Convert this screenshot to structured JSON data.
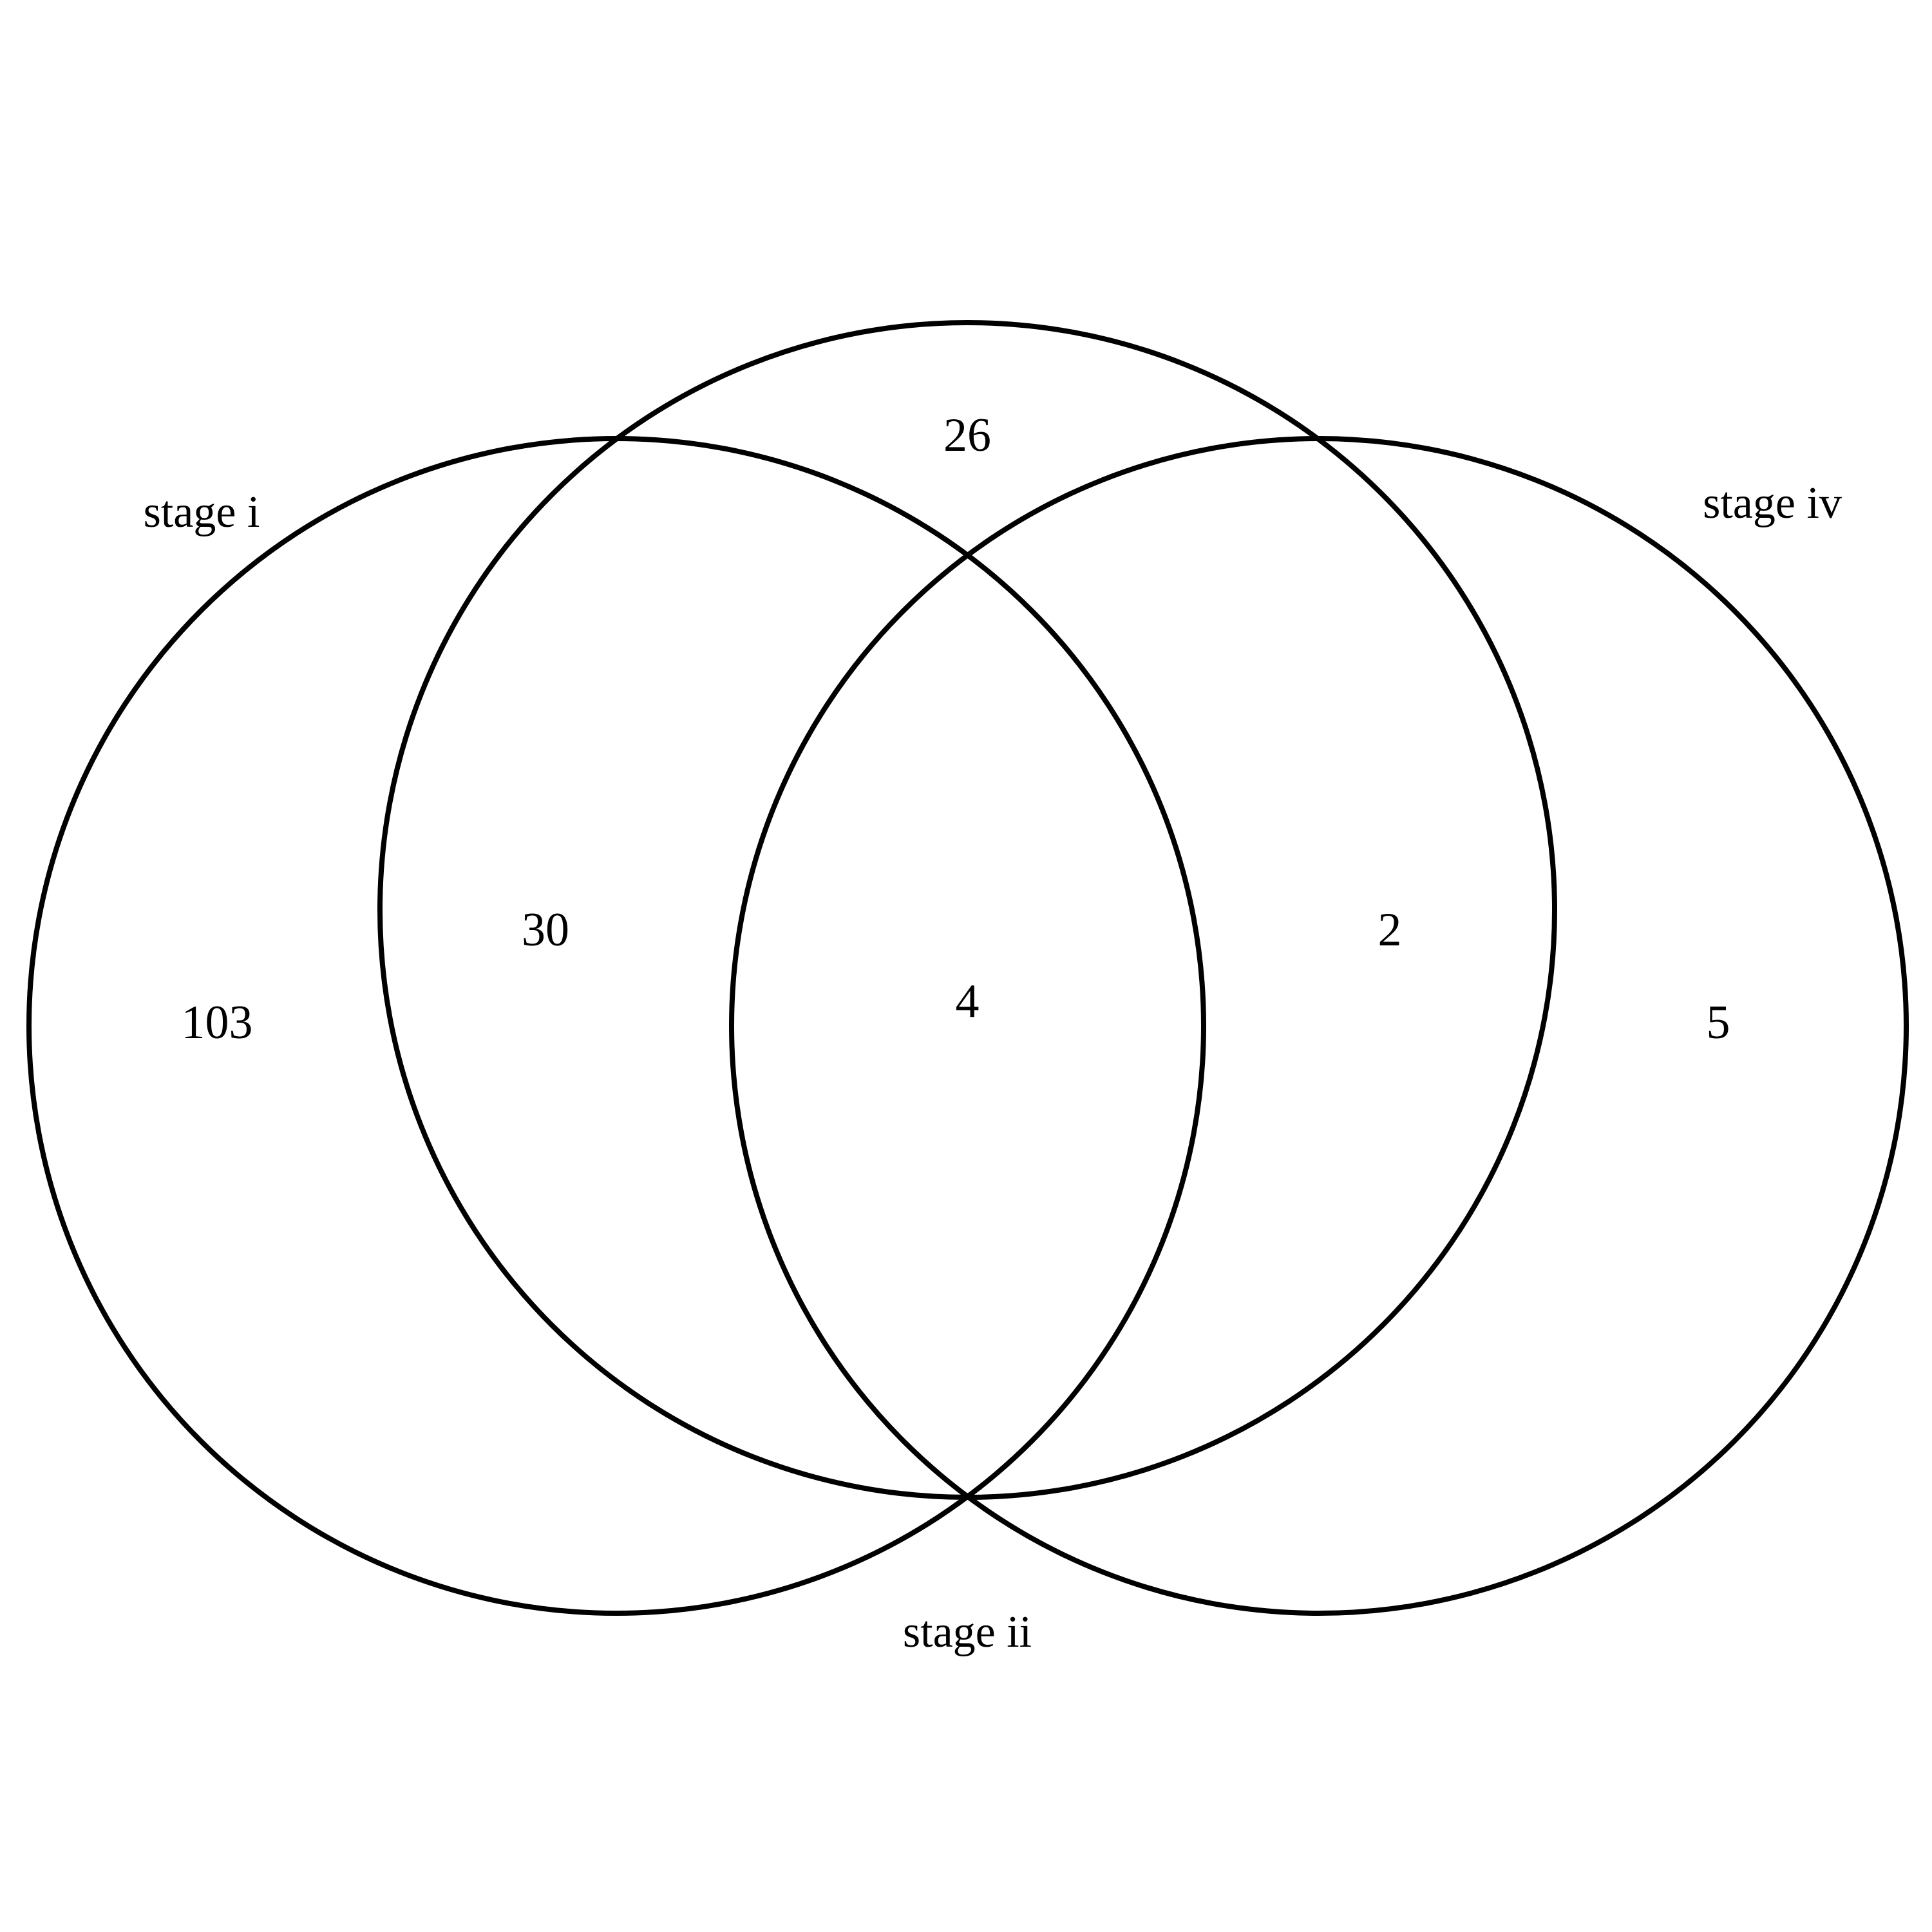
{
  "diagram": {
    "type": "venn",
    "stroke_color": "#000000",
    "background_color": "#ffffff",
    "sets": [
      {
        "id": "stage_i",
        "label": "stage i"
      },
      {
        "id": "stage_ii",
        "label": "stage ii"
      },
      {
        "id": "stage_iv",
        "label": "stage iv"
      }
    ],
    "regions": {
      "stage_i_only": "103",
      "stage_ii_only": "26",
      "stage_iv_only": "5",
      "stage_i_and_ii": "30",
      "stage_ii_and_iv": "2",
      "stage_i_ii_iv": "4"
    }
  }
}
